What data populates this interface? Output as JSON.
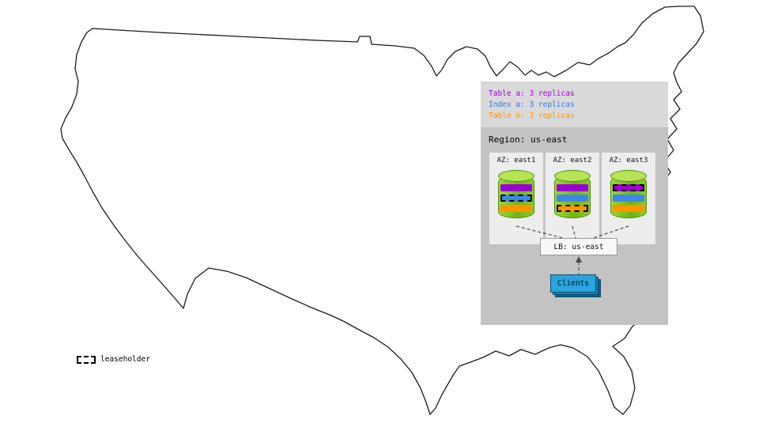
{
  "legend": {
    "items": [
      {
        "label": "Table a: 3 replicas",
        "color": "#a300d9"
      },
      {
        "label": "Index a: 3 replicas",
        "color": "#2f7ce0"
      },
      {
        "label": "Table b: 3 replicas",
        "color": "#ff9400"
      }
    ]
  },
  "region": {
    "label": "Region: us-east",
    "azs": [
      {
        "label": "AZ: east1",
        "replicas": [
          {
            "name": "table-a",
            "color": "#9b00d3",
            "leaseholder": false
          },
          {
            "name": "index-a",
            "color": "#3d87e8",
            "leaseholder": true
          },
          {
            "name": "table-b",
            "color": "#ff9400",
            "leaseholder": false
          }
        ]
      },
      {
        "label": "AZ: east2",
        "replicas": [
          {
            "name": "table-a",
            "color": "#9b00d3",
            "leaseholder": false
          },
          {
            "name": "index-a",
            "color": "#3d87e8",
            "leaseholder": false
          },
          {
            "name": "table-b",
            "color": "#ff9400",
            "leaseholder": true
          }
        ]
      },
      {
        "label": "AZ: east3",
        "replicas": [
          {
            "name": "table-a",
            "color": "#9b00d3",
            "leaseholder": true
          },
          {
            "name": "index-a",
            "color": "#3d87e8",
            "leaseholder": false
          },
          {
            "name": "table-b",
            "color": "#ff9400",
            "leaseholder": false
          }
        ]
      }
    ],
    "load_balancer": {
      "label": "LB: us-east"
    },
    "clients": {
      "label": "Clients",
      "color": "#2ba3dc"
    }
  },
  "map_key": {
    "label": "leaseholder"
  }
}
